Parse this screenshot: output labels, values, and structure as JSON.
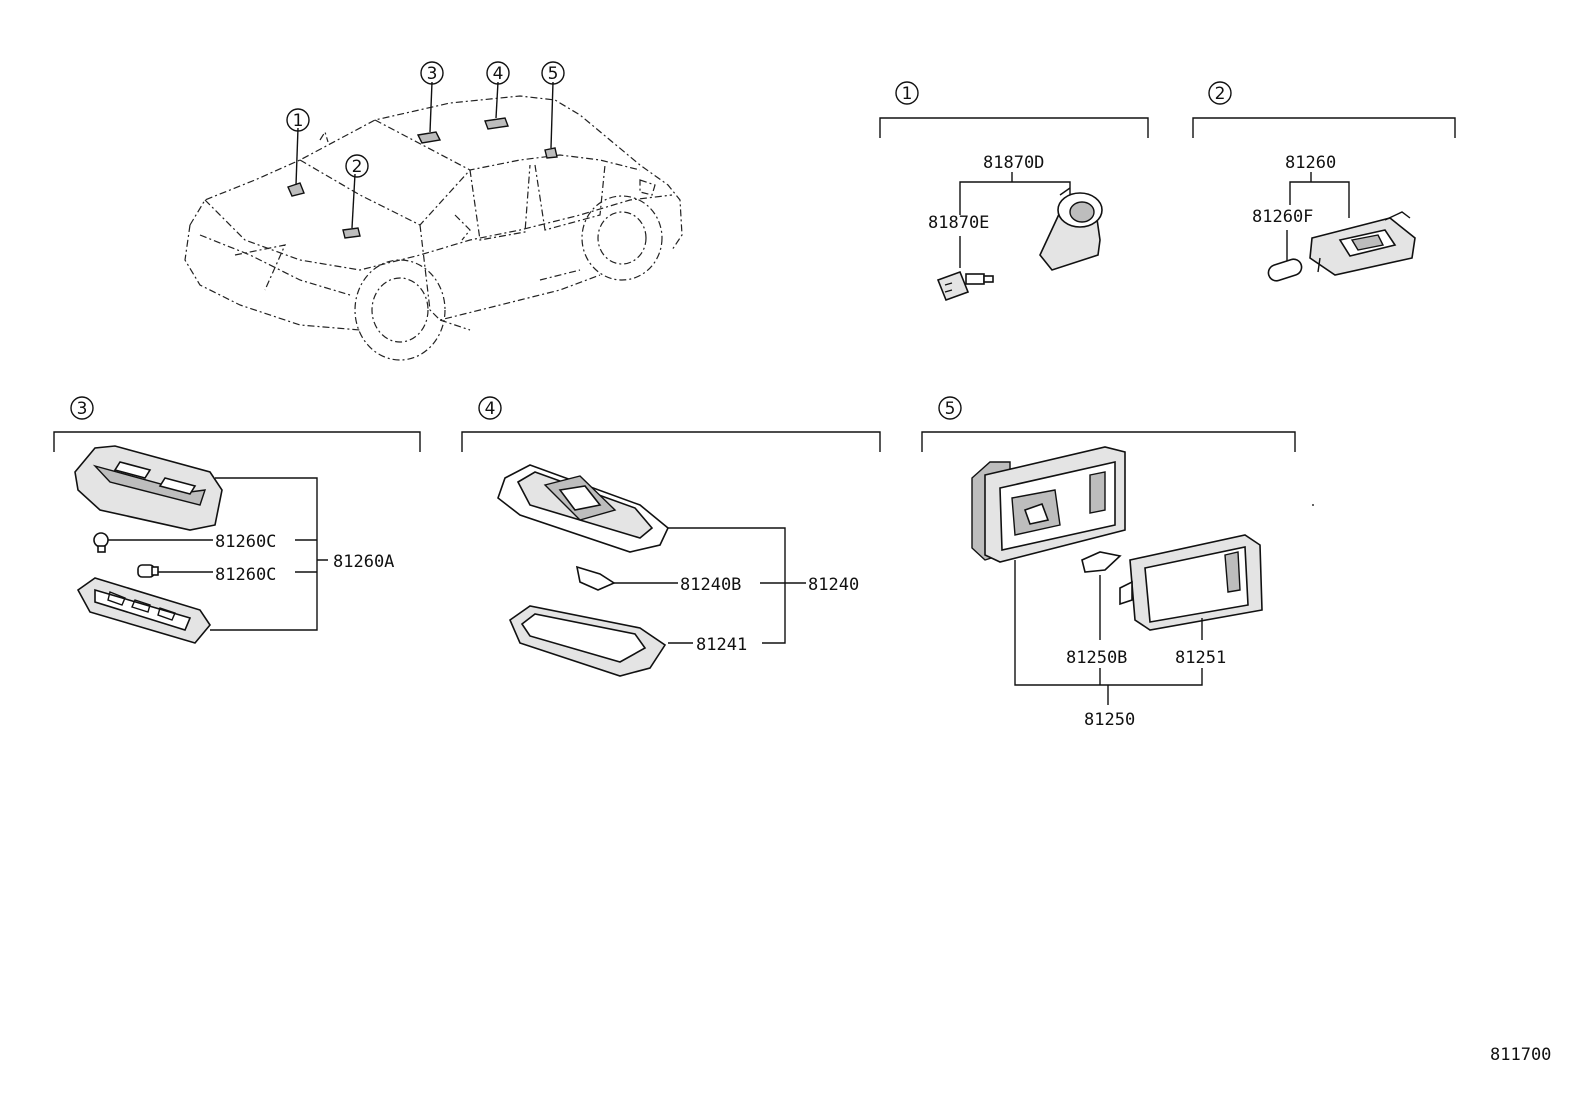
{
  "callouts": {
    "c1": "1",
    "c2": "2",
    "c3": "3",
    "c4": "4",
    "c5": "5"
  },
  "group1": {
    "header": "1",
    "assembly": "81870D",
    "bulb": "81870E"
  },
  "group2": {
    "header": "2",
    "assembly": "81260",
    "bulb": "81260F"
  },
  "group3": {
    "header": "3",
    "assembly": "81260A",
    "bulb_a": "81260C",
    "bulb_b": "81260C"
  },
  "group4": {
    "header": "4",
    "assembly": "81240",
    "bulb": "81240B",
    "lens": "81241"
  },
  "group5": {
    "header": "5",
    "assembly": "81250",
    "bulb": "81250B",
    "lens": "81251"
  },
  "figure_number": "811700"
}
